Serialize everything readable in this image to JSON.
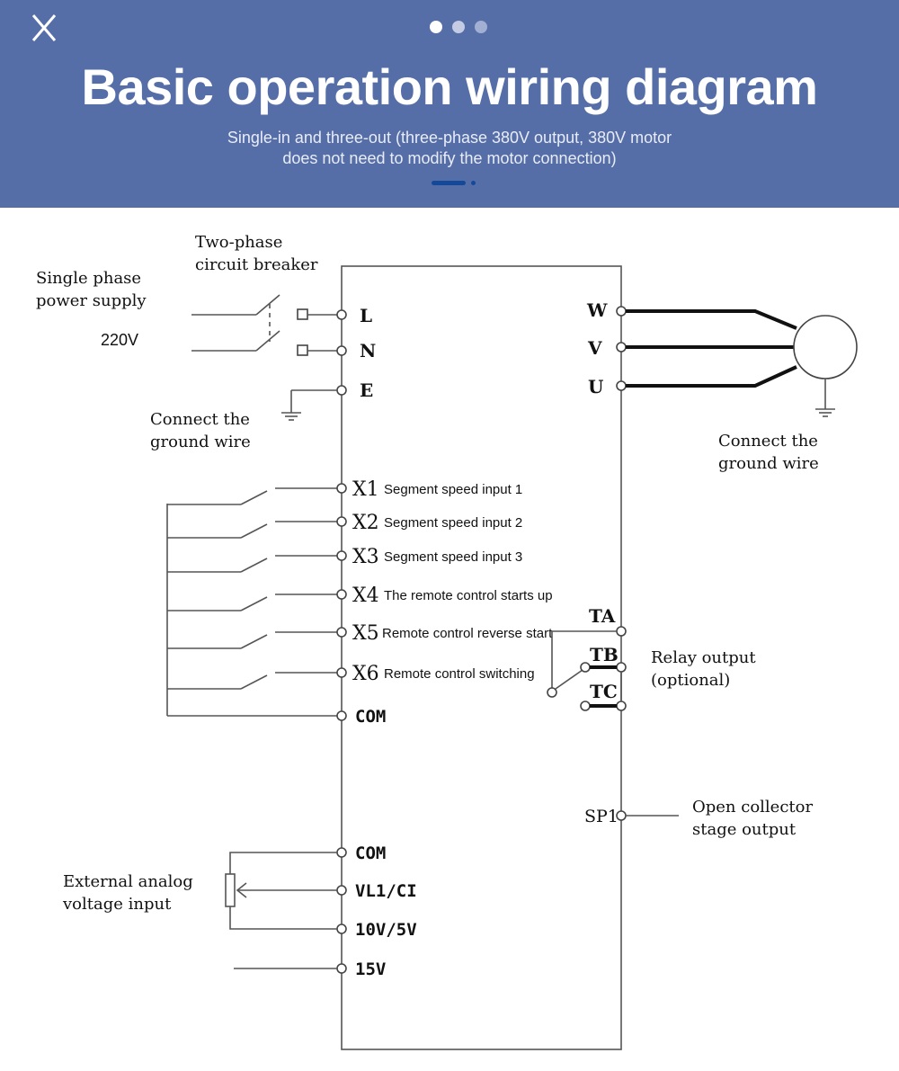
{
  "header": {
    "title": "Basic operation wiring diagram",
    "subtitle_line1": "Single-in and three-out (three-phase 380V output, 380V motor",
    "subtitle_line2": "does not need to modify the motor connection)",
    "carousel_dots": 3,
    "carousel_active_index": 0,
    "accent_color": "#566ea8",
    "indicator_color": "#14499a",
    "close_icon": "close-icon"
  },
  "diagram": {
    "power": {
      "breaker_label_line1": "Two-phase",
      "breaker_label_line2": "circuit breaker",
      "supply_label_line1": "Single phase",
      "supply_label_line2": "power supply",
      "voltage": "220V"
    },
    "input_terminals": {
      "L": "L",
      "N": "N",
      "E": "E"
    },
    "ground_left_line1": "Connect the",
    "ground_left_line2": "ground wire",
    "output_terminals": {
      "W": "W",
      "V": "V",
      "U": "U"
    },
    "ground_right_line1": "Connect the",
    "ground_right_line2": "ground wire",
    "digital_inputs": [
      {
        "terminal": "X1",
        "desc": "Segment speed input 1"
      },
      {
        "terminal": "X2",
        "desc": "Segment speed input 2"
      },
      {
        "terminal": "X3",
        "desc": "Segment speed input 3"
      },
      {
        "terminal": "X4",
        "desc": "The remote control starts up"
      },
      {
        "terminal": "X5",
        "desc": "Remote control reverse start"
      },
      {
        "terminal": "X6",
        "desc": "Remote control switching"
      }
    ],
    "com_digital": "COM",
    "relay": {
      "TA": "TA",
      "TB": "TB",
      "TC": "TC",
      "label_line1": "Relay output",
      "label_line2": "(optional)"
    },
    "sp1": {
      "terminal": "SP1",
      "label_line1": "Open collector",
      "label_line2": "stage output"
    },
    "analog": {
      "com": "COM",
      "vl1": "VL1/CI",
      "ref": "10V/5V",
      "v15": "15V",
      "label_line1": "External analog",
      "label_line2": "voltage input"
    }
  }
}
